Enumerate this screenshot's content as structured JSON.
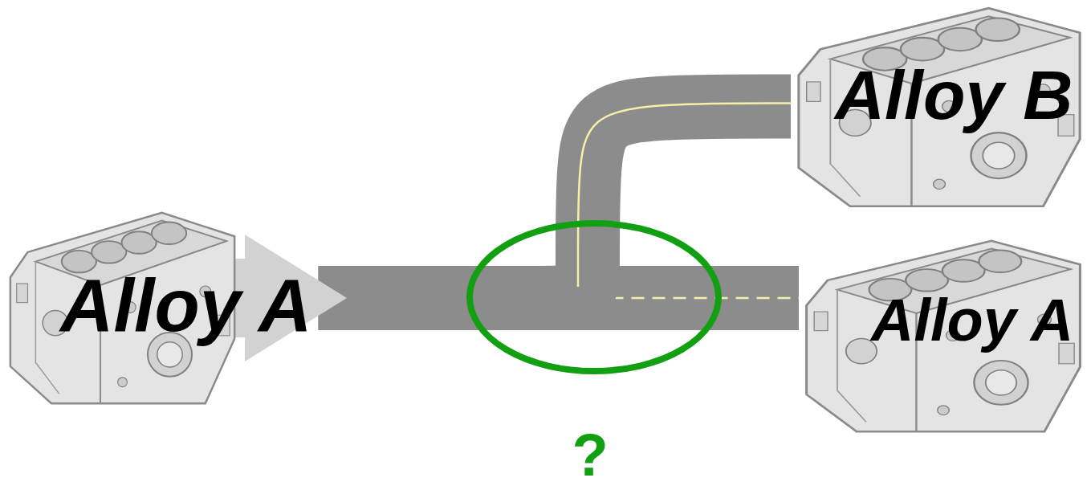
{
  "diagram": {
    "nodes": [
      {
        "text": [
          "Alloy A"
        ]
      },
      {
        "text": [
          "Alloy B"
        ]
      },
      {
        "text": [
          "Alloy A"
        ]
      }
    ],
    "edges": [
      {
        "from": 0,
        "to": 2,
        "arrow": "none"
      },
      {
        "from": 0,
        "to": 1,
        "arrow": "none"
      }
    ],
    "labels": [
      "?"
    ]
  }
}
